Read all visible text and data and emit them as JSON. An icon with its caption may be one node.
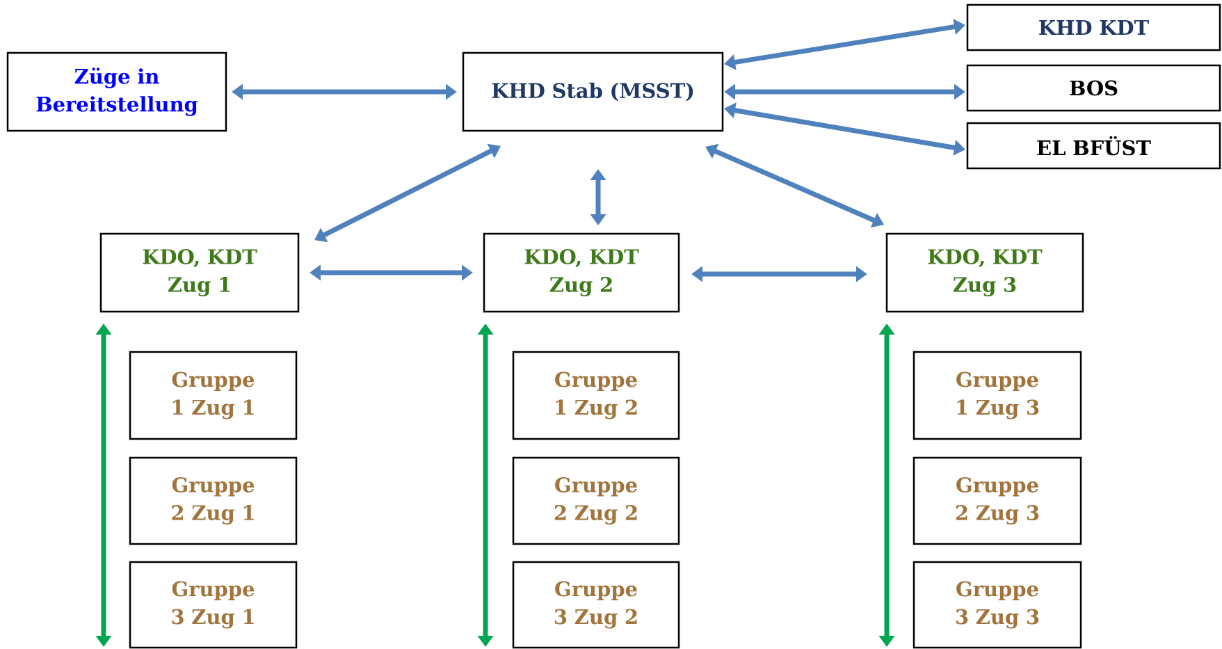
{
  "diagram": {
    "nodes": [
      {
        "text": [
          "Züge in Bereitstellung"
        ]
      },
      {
        "text": [
          "KHD Stab (MSST)"
        ]
      },
      {
        "text": [
          "KHD KDT"
        ]
      },
      {
        "text": [
          "BOS"
        ]
      },
      {
        "text": [
          "EL BFÜST"
        ]
      },
      {
        "text": [
          "KDO, KDT Zug 1"
        ]
      },
      {
        "text": [
          "KDO, KDT Zug 2"
        ]
      },
      {
        "text": [
          "KDO, KDT Zug 3"
        ]
      },
      {
        "text": [
          "Gruppe 1 Zug 1"
        ]
      },
      {
        "text": [
          "Gruppe 2 Zug 1"
        ]
      },
      {
        "text": [
          "Gruppe 3 Zug 1"
        ]
      },
      {
        "text": [
          "Gruppe 1 Zug 2"
        ]
      },
      {
        "text": [
          "Gruppe 2 Zug 2"
        ]
      },
      {
        "text": [
          "Gruppe 3 Zug 2"
        ]
      },
      {
        "text": [
          "Gruppe 1 Zug 3"
        ]
      },
      {
        "text": [
          "Gruppe 2 Zug 3"
        ]
      },
      {
        "text": [
          "Gruppe 3 Zug 3"
        ]
      }
    ],
    "edges": [
      {
        "from": 0,
        "to": 1,
        "arrow": "both"
      },
      {
        "from": 1,
        "to": 2,
        "arrow": "both"
      },
      {
        "from": 1,
        "to": 3,
        "arrow": "both"
      },
      {
        "from": 1,
        "to": 4,
        "arrow": "both"
      },
      {
        "from": 1,
        "to": 5,
        "arrow": "both"
      },
      {
        "from": 1,
        "to": 6,
        "arrow": "both"
      },
      {
        "from": 1,
        "to": 7,
        "arrow": "both"
      },
      {
        "from": 5,
        "to": 6,
        "arrow": "both"
      },
      {
        "from": 6,
        "to": 7,
        "arrow": "both"
      },
      {
        "from": 5,
        "to": null,
        "arrow": "both",
        "color": "#00a651"
      },
      {
        "from": 6,
        "to": null,
        "arrow": "both",
        "color": "#00a651"
      },
      {
        "from": 7,
        "to": null,
        "arrow": "both",
        "color": "#00a651"
      }
    ]
  }
}
